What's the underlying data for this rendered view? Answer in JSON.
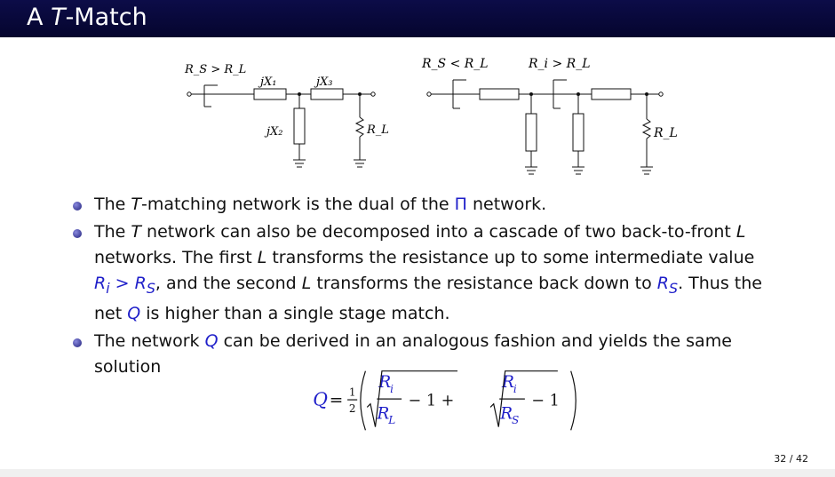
{
  "slide": {
    "title_prefix": "A ",
    "title_italic": "T",
    "title_suffix": "-Match",
    "page": "32 / 42"
  },
  "circuit_left": {
    "condition": "R_S > R_L",
    "x1": "jX₁",
    "x3": "jX₃",
    "x2": "jX₂",
    "load": "R_L"
  },
  "circuit_right": {
    "condition1": "R_S < R_L",
    "condition2": "R_i > R_L",
    "load": "R_L"
  },
  "bullets": [
    {
      "p1": "The ",
      "i1": "T",
      "p2": "-matching network is the dual of the ",
      "pi": "Π",
      "p3": " network."
    },
    {
      "p1": "The ",
      "i1": "T",
      "p2": " network can also be decomposed into a cascade of two back-to-front ",
      "i2": "L",
      "line2a": "networks. The first ",
      "i3": "L",
      "line2b": " transforms the resistance up to some intermediate value",
      "ri": "R",
      "ri_sub": "i",
      "gt": " > ",
      "rs": "R",
      "rs_sub": "S",
      "line3a": ", and the second ",
      "i4": "L",
      "line3b": " transforms the resistance back down to ",
      "rs2": "R",
      "rs2_sub": "S",
      "line3c": ". Thus the",
      "line4a": "net ",
      "q": "Q",
      "line4b": " is higher than a single stage match."
    },
    {
      "p1": "The network ",
      "q": "Q",
      "p2": " can be derived in an analogous fashion and yields the same",
      "p3": "solution"
    }
  ],
  "equation": {
    "lhs": "Q",
    "eq": "=",
    "half_num": "1",
    "half_den": "2",
    "num1": "R",
    "num1_sub": "i",
    "den1": "R",
    "den1_sub": "L",
    "minus1": "− 1 +",
    "num2": "R",
    "num2_sub": "i",
    "den2": "R",
    "den2_sub": "S",
    "minus2": "− 1"
  }
}
